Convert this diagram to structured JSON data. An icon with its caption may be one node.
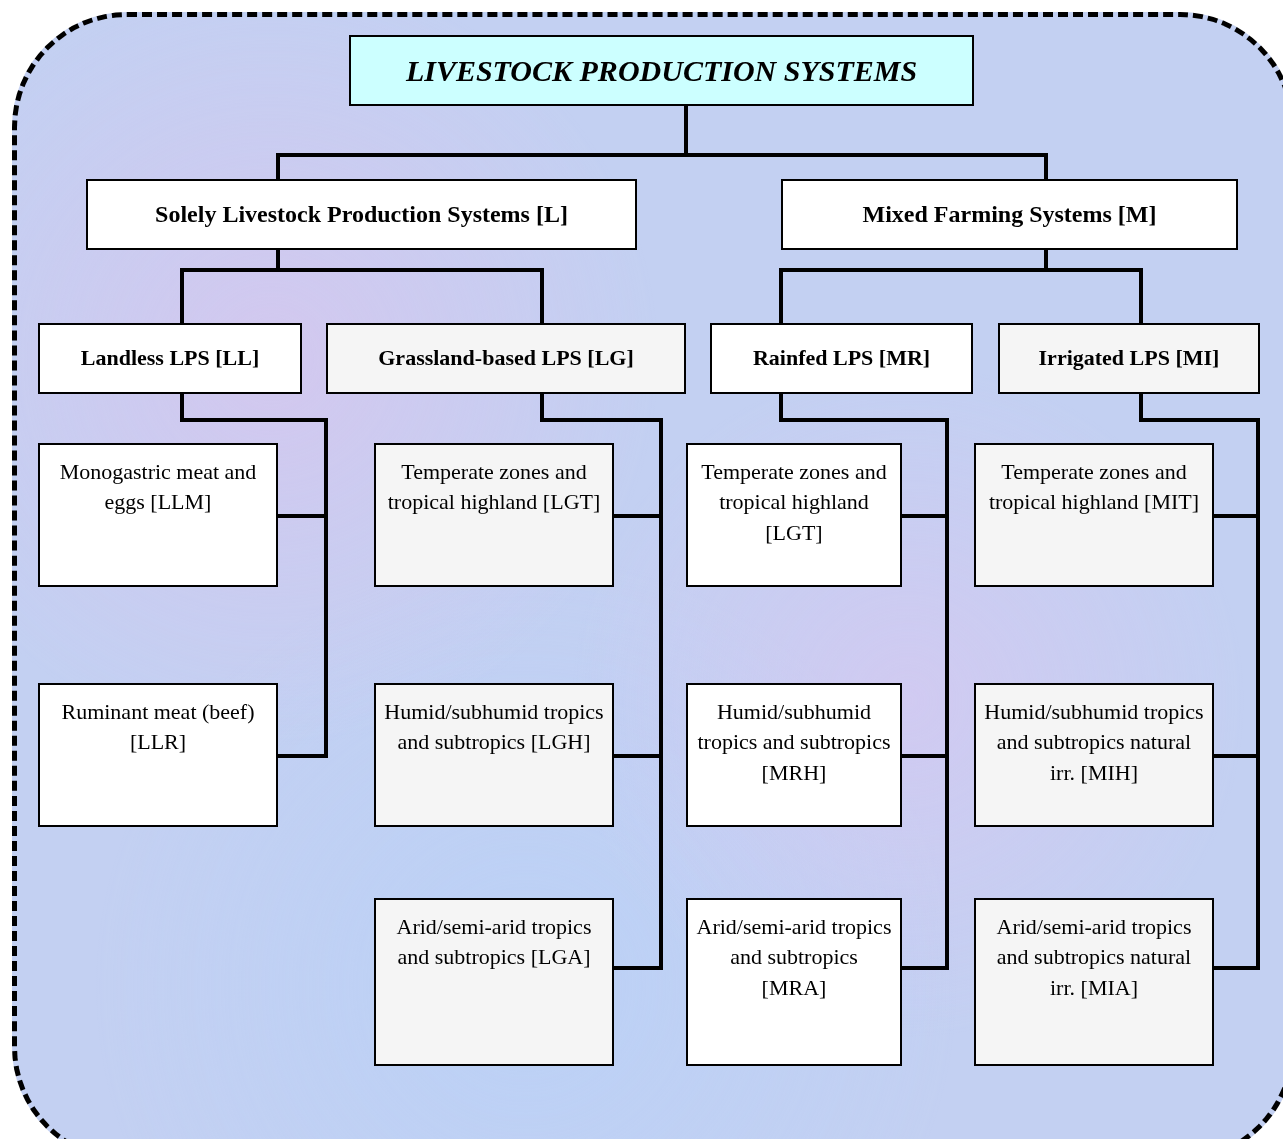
{
  "diagram": {
    "nodes": [
      {
        "text": [
          "LIVESTOCK PRODUCTION SYSTEMS"
        ]
      },
      {
        "text": [
          "Solely Livestock Production Systems [L]"
        ]
      },
      {
        "text": [
          "Mixed Farming Systems [M]"
        ]
      },
      {
        "text": [
          "Landless LPS [LL]"
        ]
      },
      {
        "text": [
          "Grassland-based LPS [LG]"
        ]
      },
      {
        "text": [
          "Rainfed LPS [MR]"
        ]
      },
      {
        "text": [
          "Irrigated LPS [MI]"
        ]
      },
      {
        "text": [
          "Monogastric meat and eggs [LLM]"
        ]
      },
      {
        "text": [
          "Ruminant meat (beef) [LLR]"
        ]
      },
      {
        "text": [
          "Temperate zones and tropical highland [LGT]"
        ]
      },
      {
        "text": [
          "Humid/subhumid tropics and subtropics [LGH]"
        ]
      },
      {
        "text": [
          "Arid/semi-arid tropics and subtropics [LGA]"
        ]
      },
      {
        "text": [
          "Temperate zones and tropical highland [LGT]"
        ]
      },
      {
        "text": [
          "Humid/subhumid tropics and subtropics [MRH]"
        ]
      },
      {
        "text": [
          "Arid/semi-arid tropics and subtropics [MRA]"
        ]
      },
      {
        "text": [
          "Temperate zones and tropical highland [MIT]"
        ]
      },
      {
        "text": [
          "Humid/subhumid tropics and subtropics natural irr. [MIH]"
        ]
      },
      {
        "text": [
          "Arid/semi-arid tropics and subtropics natural irr. [MIA]"
        ]
      }
    ],
    "edges": [
      {
        "from": 0,
        "to": 1,
        "arrow": "none"
      },
      {
        "from": 0,
        "to": 2,
        "arrow": "none"
      },
      {
        "from": 1,
        "to": 3,
        "arrow": "none"
      },
      {
        "from": 1,
        "to": 4,
        "arrow": "none"
      },
      {
        "from": 2,
        "to": 5,
        "arrow": "none"
      },
      {
        "from": 2,
        "to": 6,
        "arrow": "none"
      },
      {
        "from": 3,
        "to": 7,
        "arrow": "none"
      },
      {
        "from": 3,
        "to": 8,
        "arrow": "none"
      },
      {
        "from": 4,
        "to": 9,
        "arrow": "none"
      },
      {
        "from": 4,
        "to": 10,
        "arrow": "none"
      },
      {
        "from": 4,
        "to": 11,
        "arrow": "none"
      },
      {
        "from": 5,
        "to": 12,
        "arrow": "none"
      },
      {
        "from": 5,
        "to": 13,
        "arrow": "none"
      },
      {
        "from": 5,
        "to": 14,
        "arrow": "none"
      },
      {
        "from": 6,
        "to": 15,
        "arrow": "none"
      },
      {
        "from": 6,
        "to": 16,
        "arrow": "none"
      },
      {
        "from": 6,
        "to": 17,
        "arrow": "none"
      }
    ]
  }
}
